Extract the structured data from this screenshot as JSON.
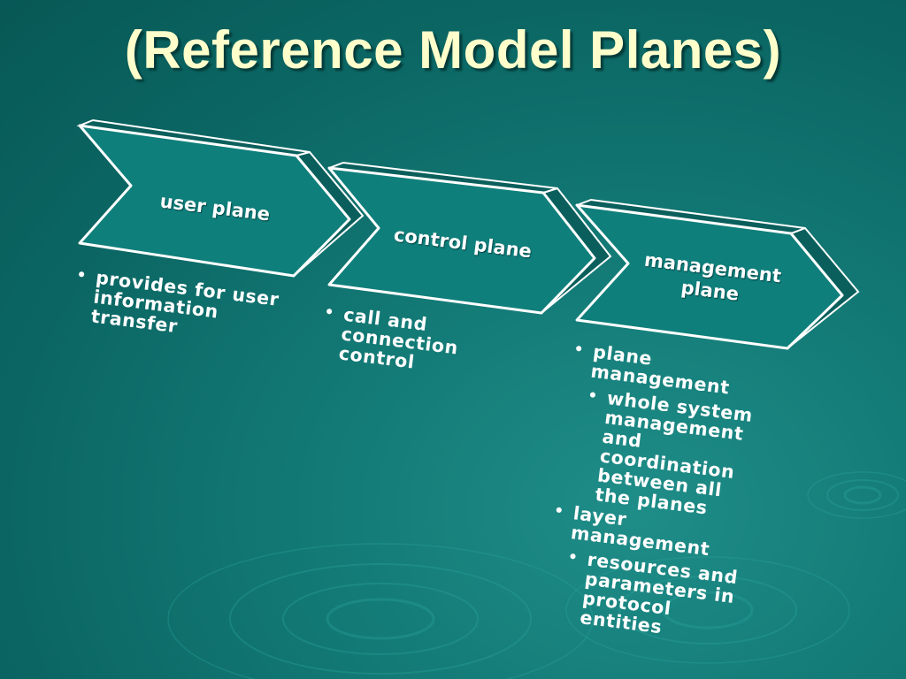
{
  "slide": {
    "title": "(Reference Model Planes)"
  },
  "planes": [
    {
      "label": "user plane",
      "bullets": [
        {
          "level": 1,
          "text": "provides for user information transfer"
        }
      ]
    },
    {
      "label": "control plane",
      "bullets": [
        {
          "level": 1,
          "text": "call and connection control"
        }
      ]
    },
    {
      "label": "management plane",
      "bullets": [
        {
          "level": 1,
          "text": "plane management"
        },
        {
          "level": 2,
          "text": "whole system management and coordination between all the planes"
        },
        {
          "level": 1,
          "text": "layer management"
        },
        {
          "level": 2,
          "text": "resources and parameters in protocol entities"
        }
      ]
    }
  ],
  "colors": {
    "background": "#0b6663",
    "title": "#ffffcc",
    "chevron_fill": "#0f7f7b",
    "chevron_side": "#0a5f5c",
    "chevron_outline": "#ffffff",
    "text": "#ffffff"
  },
  "bullet_glyph": "•"
}
